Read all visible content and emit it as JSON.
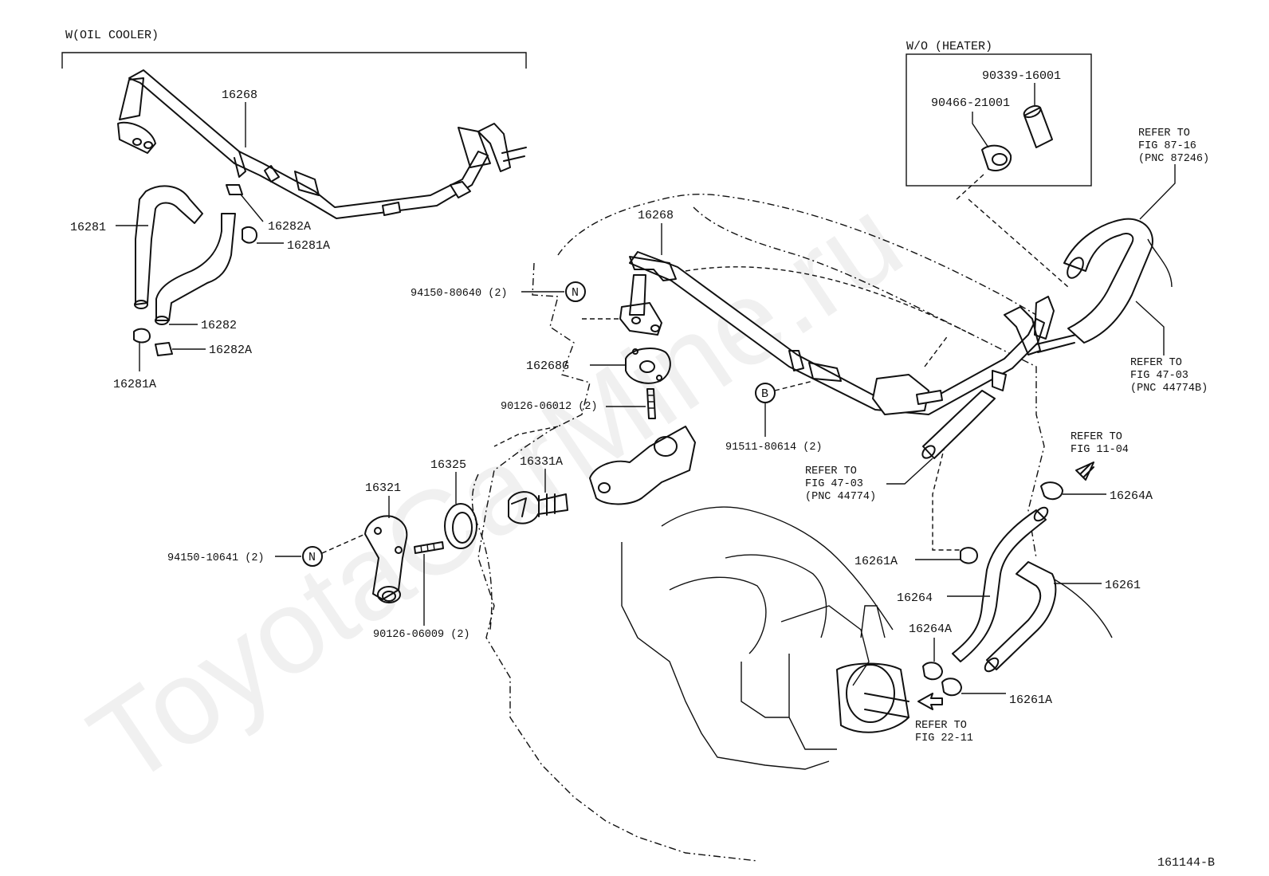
{
  "watermark": "ToyotaCarMine.ru",
  "figure_code": "161144-B",
  "variants": {
    "with_oil_cooler": "W(OIL COOLER)",
    "without_heater": "W/O (HEATER)"
  },
  "callouts": {
    "p16268_a": "16268",
    "p16281": "16281",
    "p16282A_a": "16282A",
    "p16281A_a": "16281A",
    "p16282": "16282",
    "p16282A_b": "16282A",
    "p16281A_b": "16281A",
    "p16268_b": "16268",
    "p94150_80640": "94150-80640 (2)",
    "p16268G": "16268G",
    "p90126_06012": "90126-06012 (2)",
    "p91511_80614": "91511-80614 (2)",
    "p16325": "16325",
    "p16331A": "16331A",
    "p16321": "16321",
    "p94150_10641": "94150-10641 (2)",
    "p90126_06009": "90126-06009 (2)",
    "p90339_16001": "90339-16001",
    "p90466_21001": "90466-21001",
    "p16264A_a": "16264A",
    "p16261A_a": "16261A",
    "p16264": "16264",
    "p16261": "16261",
    "p16264A_b": "16264A",
    "p16261A_b": "16261A"
  },
  "markers": {
    "n_top": "N",
    "b": "B",
    "n_left": "N"
  },
  "refs": {
    "r87": [
      "REFER TO",
      "FIG 87-16",
      "(PNC 87246)"
    ],
    "r47b": [
      "REFER TO",
      "FIG 47-03",
      "(PNC 44774B)"
    ],
    "r47": [
      "REFER TO",
      "FIG 47-03",
      "(PNC 44774)"
    ],
    "r11": [
      "REFER TO",
      "FIG 11-04"
    ],
    "r22": [
      "REFER TO",
      "FIG 22-11"
    ]
  }
}
